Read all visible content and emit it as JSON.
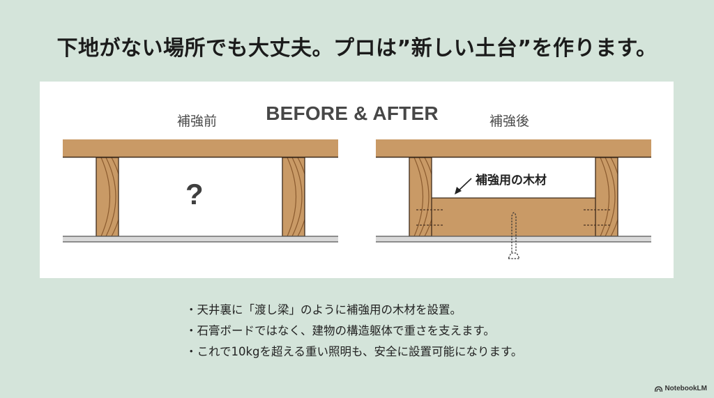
{
  "slide": {
    "title": "下地がない場所でも大丈夫。プロは”新しい土台”を作ります。",
    "background_color": "#d4e4da"
  },
  "diagram": {
    "heading": "BEFORE & AFTER",
    "before": {
      "caption": "補強前",
      "question_mark": "?"
    },
    "after": {
      "caption": "補強後",
      "callout_label": "補強用の木材"
    },
    "colors": {
      "wood": "#c99a66",
      "wood_edge": "#3c2a1a",
      "grain": "#8a5a2e",
      "board": "#d9d9d9",
      "board_edge": "#555555"
    }
  },
  "bullets": [
    "・天井裏に「渡し梁」のように補強用の木材を設置。",
    "・石膏ボードではなく、建物の構造躯体で重さを支えます。",
    "・これで10kgを超える重い照明も、安全に設置可能になります。"
  ],
  "watermark": {
    "icon": "notebooklm-logo-icon",
    "label": "NotebookLM"
  }
}
